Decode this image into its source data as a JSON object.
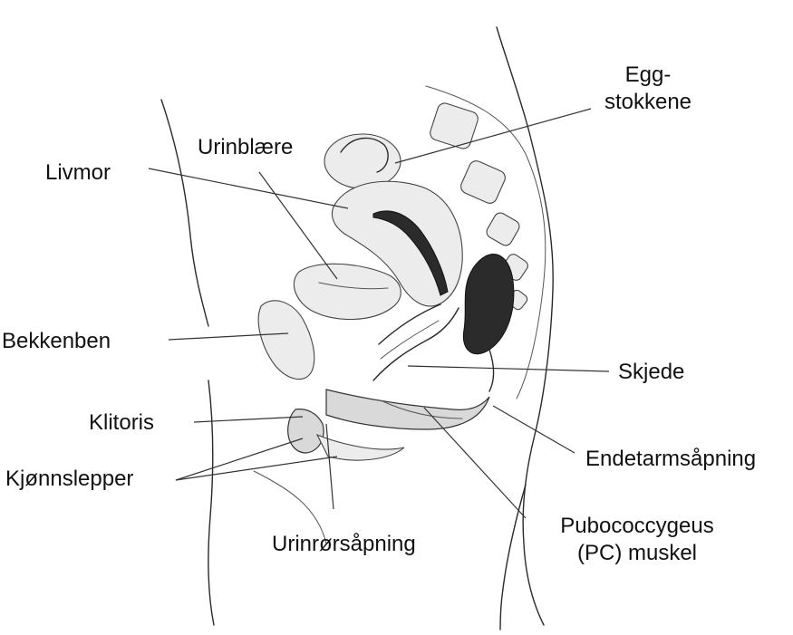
{
  "labels": {
    "egg_line1": "Egg-",
    "egg_line2": "stokkene",
    "urinblaere": "Urinblære",
    "livmor": "Livmor",
    "bekkenben": "Bekkenben",
    "skjede": "Skjede",
    "klitoris": "Klitoris",
    "endetarmsapning": "Endetarmsåpning",
    "kjonnslepper": "Kjønnslepper",
    "pubococcygeus_line1": "Pubococcygeus",
    "pubococcygeus_line2": "(PC) muskel",
    "urinrorsapning": "Urinrørsåpning"
  },
  "colors": {
    "line": "#2a2a2a",
    "tissue_shade": "#d9d9d9",
    "dark_tissue": "#2b2b2b",
    "text": "#111111"
  }
}
